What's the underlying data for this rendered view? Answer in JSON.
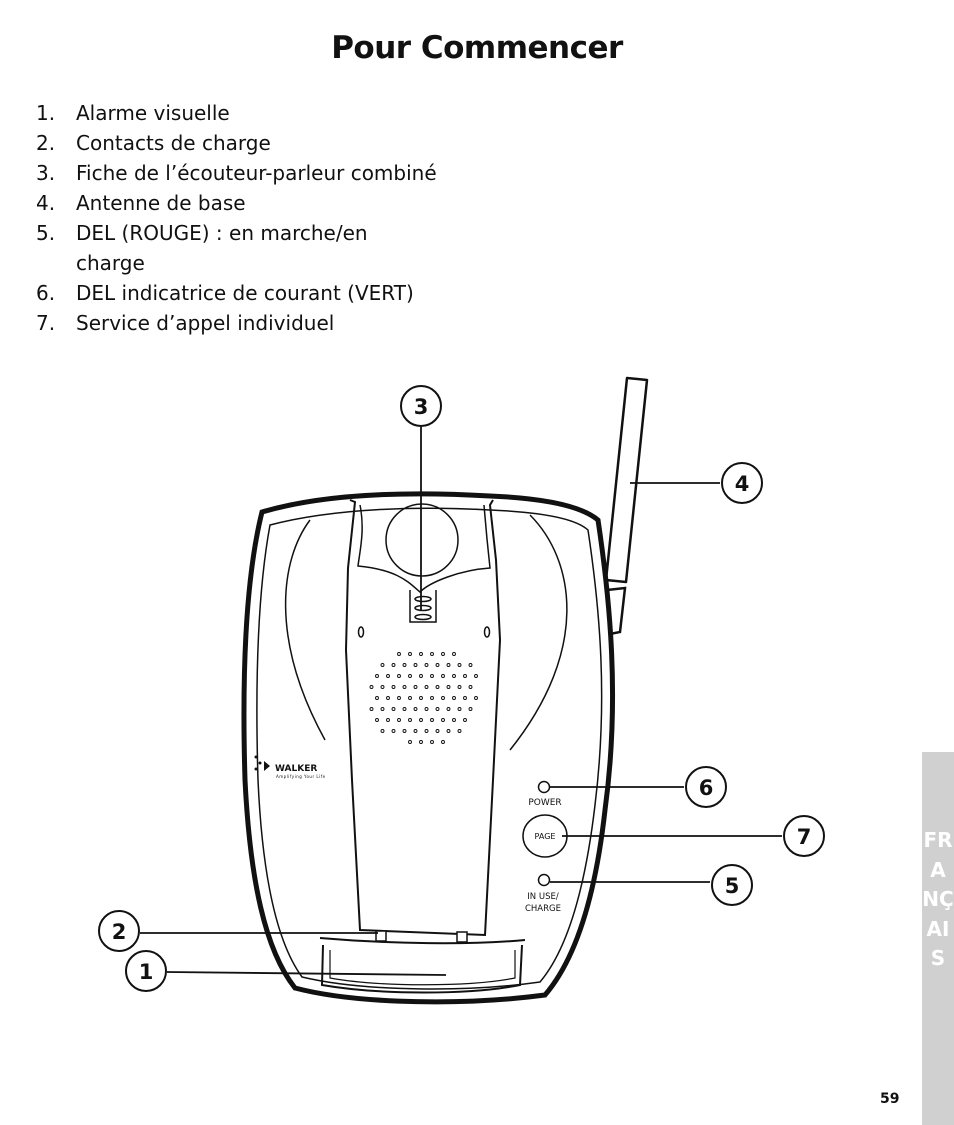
{
  "title": "Pour Commencer",
  "items": [
    {
      "num": "1.",
      "text": "Alarme visuelle"
    },
    {
      "num": "2.",
      "text": "Contacts de charge"
    },
    {
      "num": "3.",
      "text": "Fiche de l’écouteur-parleur combiné"
    },
    {
      "num": "4.",
      "text": "Antenne de base"
    },
    {
      "num": "5.",
      "text": "DEL (ROUGE) : en marche/en charge"
    },
    {
      "num": "6.",
      "text": "DEL indicatrice de courant (VERT)"
    },
    {
      "num": "7.",
      "text": "Service d’appel individuel"
    }
  ],
  "figure": {
    "callouts": [
      "1",
      "2",
      "3",
      "4",
      "5",
      "6",
      "7"
    ],
    "power_label": "POWER",
    "page_label": "PAGE",
    "inuse_label_line1": "IN USE/",
    "inuse_label_line2": "CHARGE",
    "brand": "WALKER",
    "brand_tagline": "Amplifying Your Life"
  },
  "side_tab": "FRANÇAIS",
  "page_number": "59"
}
